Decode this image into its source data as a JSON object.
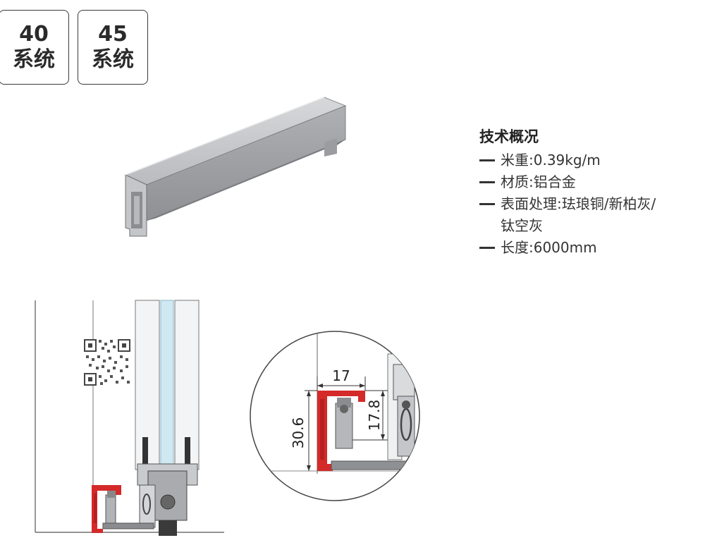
{
  "systems": [
    {
      "number": "40",
      "label": "系统"
    },
    {
      "number": "45",
      "label": "系统"
    }
  ],
  "spec": {
    "title": "技术概况",
    "weight": "米重:0.39kg/m",
    "material": "材质:铝合金",
    "finish": "表面处理:珐琅铜/新柏灰/",
    "finish_cont": "钛空灰",
    "length": "长度:6000mm"
  },
  "dimensions": {
    "width": "17",
    "height_total": "30.6",
    "height_inner": "17.8"
  },
  "colors": {
    "profile_highlight": "#d42a2a",
    "aluminium": "#a7a9ac",
    "glass": "#cfe9f2"
  }
}
